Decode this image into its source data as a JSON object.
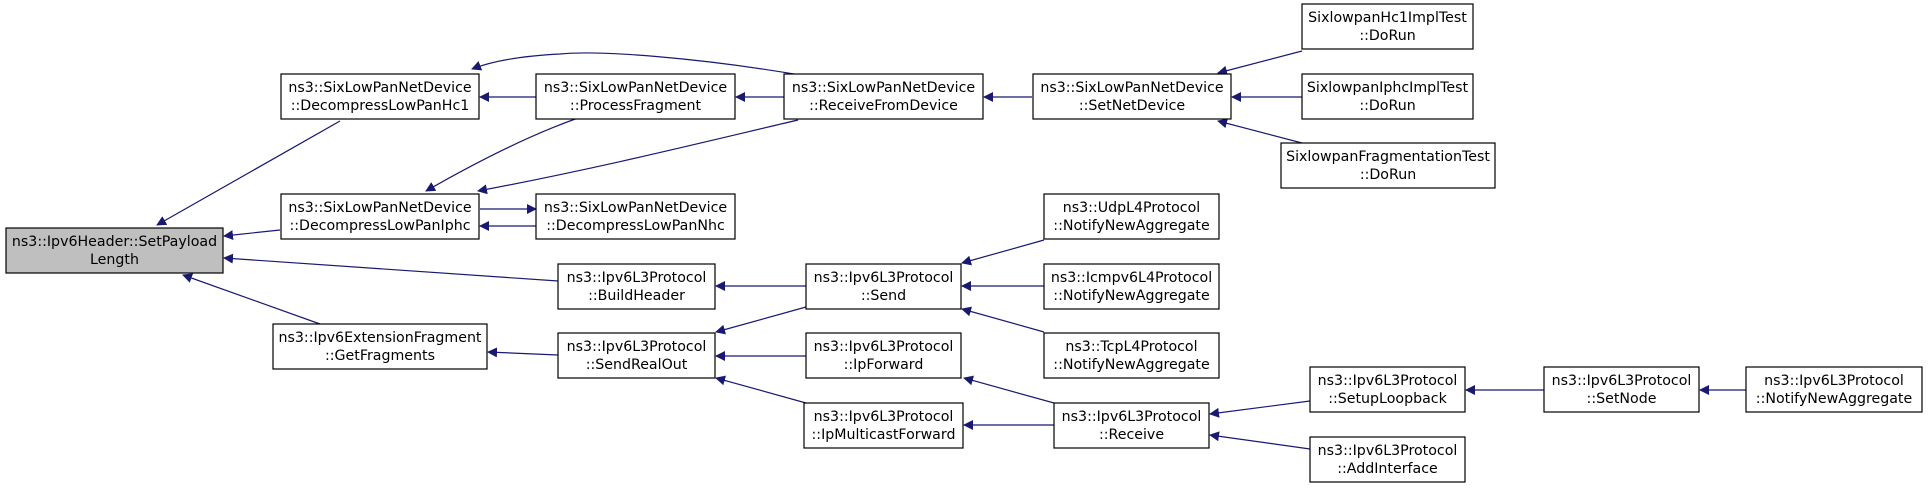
{
  "colors": {
    "edge": "#191970",
    "root_fill": "#bfbfbf",
    "node_fill": "#ffffff",
    "node_border": "#000000"
  },
  "nodes": {
    "setpayload": [
      "ns3::Ipv6Header::SetPayload",
      "Length"
    ],
    "decomphc1": [
      "ns3::SixLowPanNetDevice",
      "::DecompressLowPanHc1"
    ],
    "decompiphc": [
      "ns3::SixLowPanNetDevice",
      "::DecompressLowPanIphc"
    ],
    "getfragments": [
      "ns3::Ipv6ExtensionFragment",
      "::GetFragments"
    ],
    "processfragment": [
      "ns3::SixLowPanNetDevice",
      "::ProcessFragment"
    ],
    "decompnhc": [
      "ns3::SixLowPanNetDevice",
      "::DecompressLowPanNhc"
    ],
    "buildheader": [
      "ns3::Ipv6L3Protocol",
      "::BuildHeader"
    ],
    "sendrealout": [
      "ns3::Ipv6L3Protocol",
      "::SendRealOut"
    ],
    "receivefromdevice": [
      "ns3::SixLowPanNetDevice",
      "::ReceiveFromDevice"
    ],
    "send": [
      "ns3::Ipv6L3Protocol",
      "::Send"
    ],
    "ipforward": [
      "ns3::Ipv6L3Protocol",
      "::IpForward"
    ],
    "ipmulticastforward": [
      "ns3::Ipv6L3Protocol",
      "::IpMulticastForward"
    ],
    "setnetdevice": [
      "ns3::SixLowPanNetDevice",
      "::SetNetDevice"
    ],
    "udpl4": [
      "ns3::UdpL4Protocol",
      "::NotifyNewAggregate"
    ],
    "icmpv6l4": [
      "ns3::Icmpv6L4Protocol",
      "::NotifyNewAggregate"
    ],
    "tcpl4": [
      "ns3::TcpL4Protocol",
      "::NotifyNewAggregate"
    ],
    "receive": [
      "ns3::Ipv6L3Protocol",
      "::Receive"
    ],
    "hc1test": [
      "SixlowpanHc1ImplTest",
      "::DoRun"
    ],
    "iphctest": [
      "SixlowpanIphcImplTest",
      "::DoRun"
    ],
    "fragtest": [
      "SixlowpanFragmentationTest",
      "::DoRun"
    ],
    "setuploopback": [
      "ns3::Ipv6L3Protocol",
      "::SetupLoopback"
    ],
    "addinterface": [
      "ns3::Ipv6L3Protocol",
      "::AddInterface"
    ],
    "setnode": [
      "ns3::Ipv6L3Protocol",
      "::SetNode"
    ],
    "notifynewaggregate": [
      "ns3::Ipv6L3Protocol",
      "::NotifyNewAggregate"
    ]
  }
}
